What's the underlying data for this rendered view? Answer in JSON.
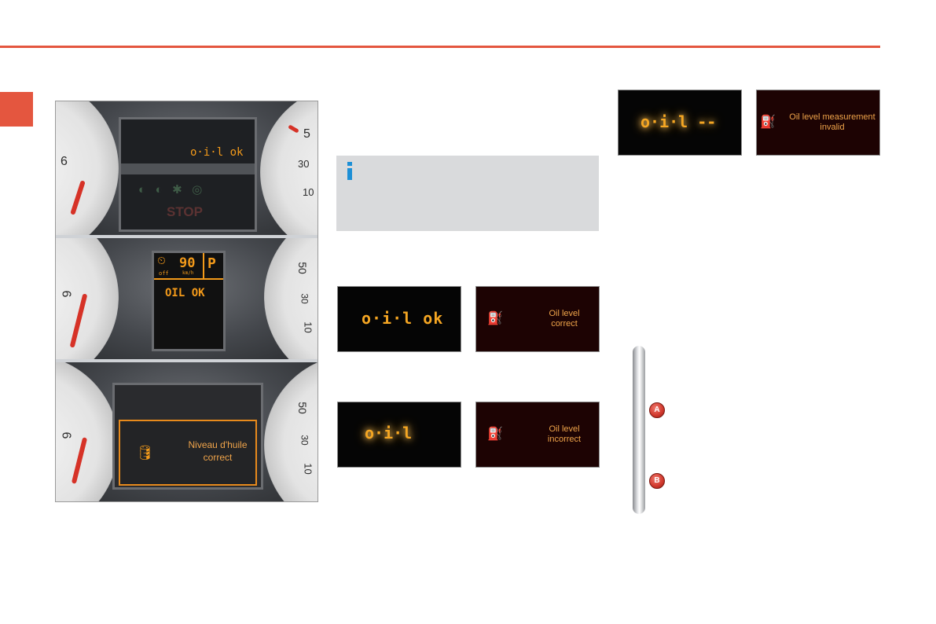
{
  "colors": {
    "accent": "#e4563f",
    "info_blue": "#1d8fd6",
    "amber": "#f39a1a",
    "info_box": "#d9dadc"
  },
  "cluster": {
    "panel1": {
      "dial_left_num": "6",
      "dial_right_nums": [
        "5",
        "30",
        "10"
      ],
      "screen_text": "o·i·l ok",
      "warning_label": "STOP"
    },
    "panel2": {
      "speed": "90",
      "speed_unit": "km/h",
      "off_label": "off",
      "gear": "P",
      "status": "OIL OK",
      "dial_left_num": "6",
      "dial_right_nums": [
        "50",
        "30",
        "10"
      ]
    },
    "panel3": {
      "message_line1": "Niveau d'huile",
      "message_line2": "correct",
      "dial_left_num": "6",
      "dial_right_nums": [
        "50",
        "30",
        "10"
      ]
    }
  },
  "info_box": {
    "icon": "info-icon"
  },
  "displays": {
    "oil_ok_lcd": {
      "text": "o·i·l  ok"
    },
    "oil_correct_mfd": {
      "line1": "Oil level",
      "line2": "correct",
      "icon": "oil-can-icon"
    },
    "oil_incorrect_lcd": {
      "text": "o·i·l"
    },
    "oil_incorrect_mfd": {
      "line1": "Oil level",
      "line2": "incorrect",
      "icon": "oil-can-icon"
    },
    "oil_invalid_lcd": {
      "text": "o·i·l  --"
    },
    "oil_invalid_mfd": {
      "line1": "Oil level measurement",
      "line2": "invalid",
      "icon": "oil-can-icon"
    }
  },
  "dipstick": {
    "marker_a": "A",
    "marker_b": "B"
  }
}
